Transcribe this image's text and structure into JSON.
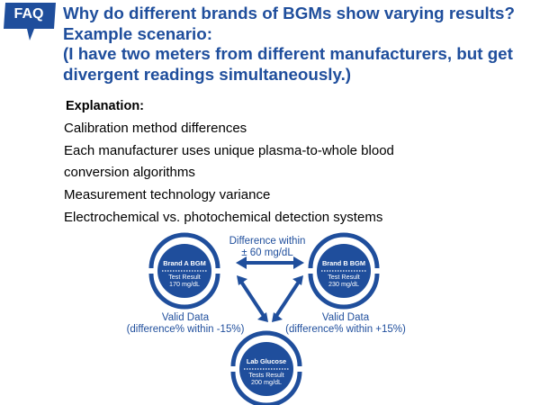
{
  "badge": {
    "label": "FAQ",
    "color": "#1f4e9c"
  },
  "title": {
    "lines": [
      "Why do different brands of BGMs show varying results?",
      "Example scenario:",
      "(I have two meters from different manufacturers, but get",
      "divergent readings simultaneously.)"
    ],
    "color": "#1f4e9c"
  },
  "explanation": {
    "heading": "Explanation:",
    "lines": [
      "Calibration method differences",
      "Each manufacturer uses unique plasma-to-whole blood",
      "conversion algorithms",
      "Measurement technology variance",
      "Electrochemical vs. photochemical detection systems"
    ]
  },
  "diagram": {
    "accent": "#1f4e9c",
    "nodes": {
      "brand_a": {
        "name": "Brand A BGM",
        "result_label": "Test Result",
        "result_value": "170 mg/dL"
      },
      "brand_b": {
        "name": "Brand B BGM",
        "result_label": "Test Result",
        "result_value": "230 mg/dL"
      },
      "lab": {
        "name": "Lab Glucose",
        "result_label": "Tests Result",
        "result_value": "200 mg/dL"
      }
    },
    "top_label": [
      "Difference within",
      "± 60 mg/dL"
    ],
    "left_label": [
      "Valid Data",
      "(difference% within -15%)"
    ],
    "right_label": [
      "Valid Data",
      "(difference% within +15%)"
    ]
  }
}
